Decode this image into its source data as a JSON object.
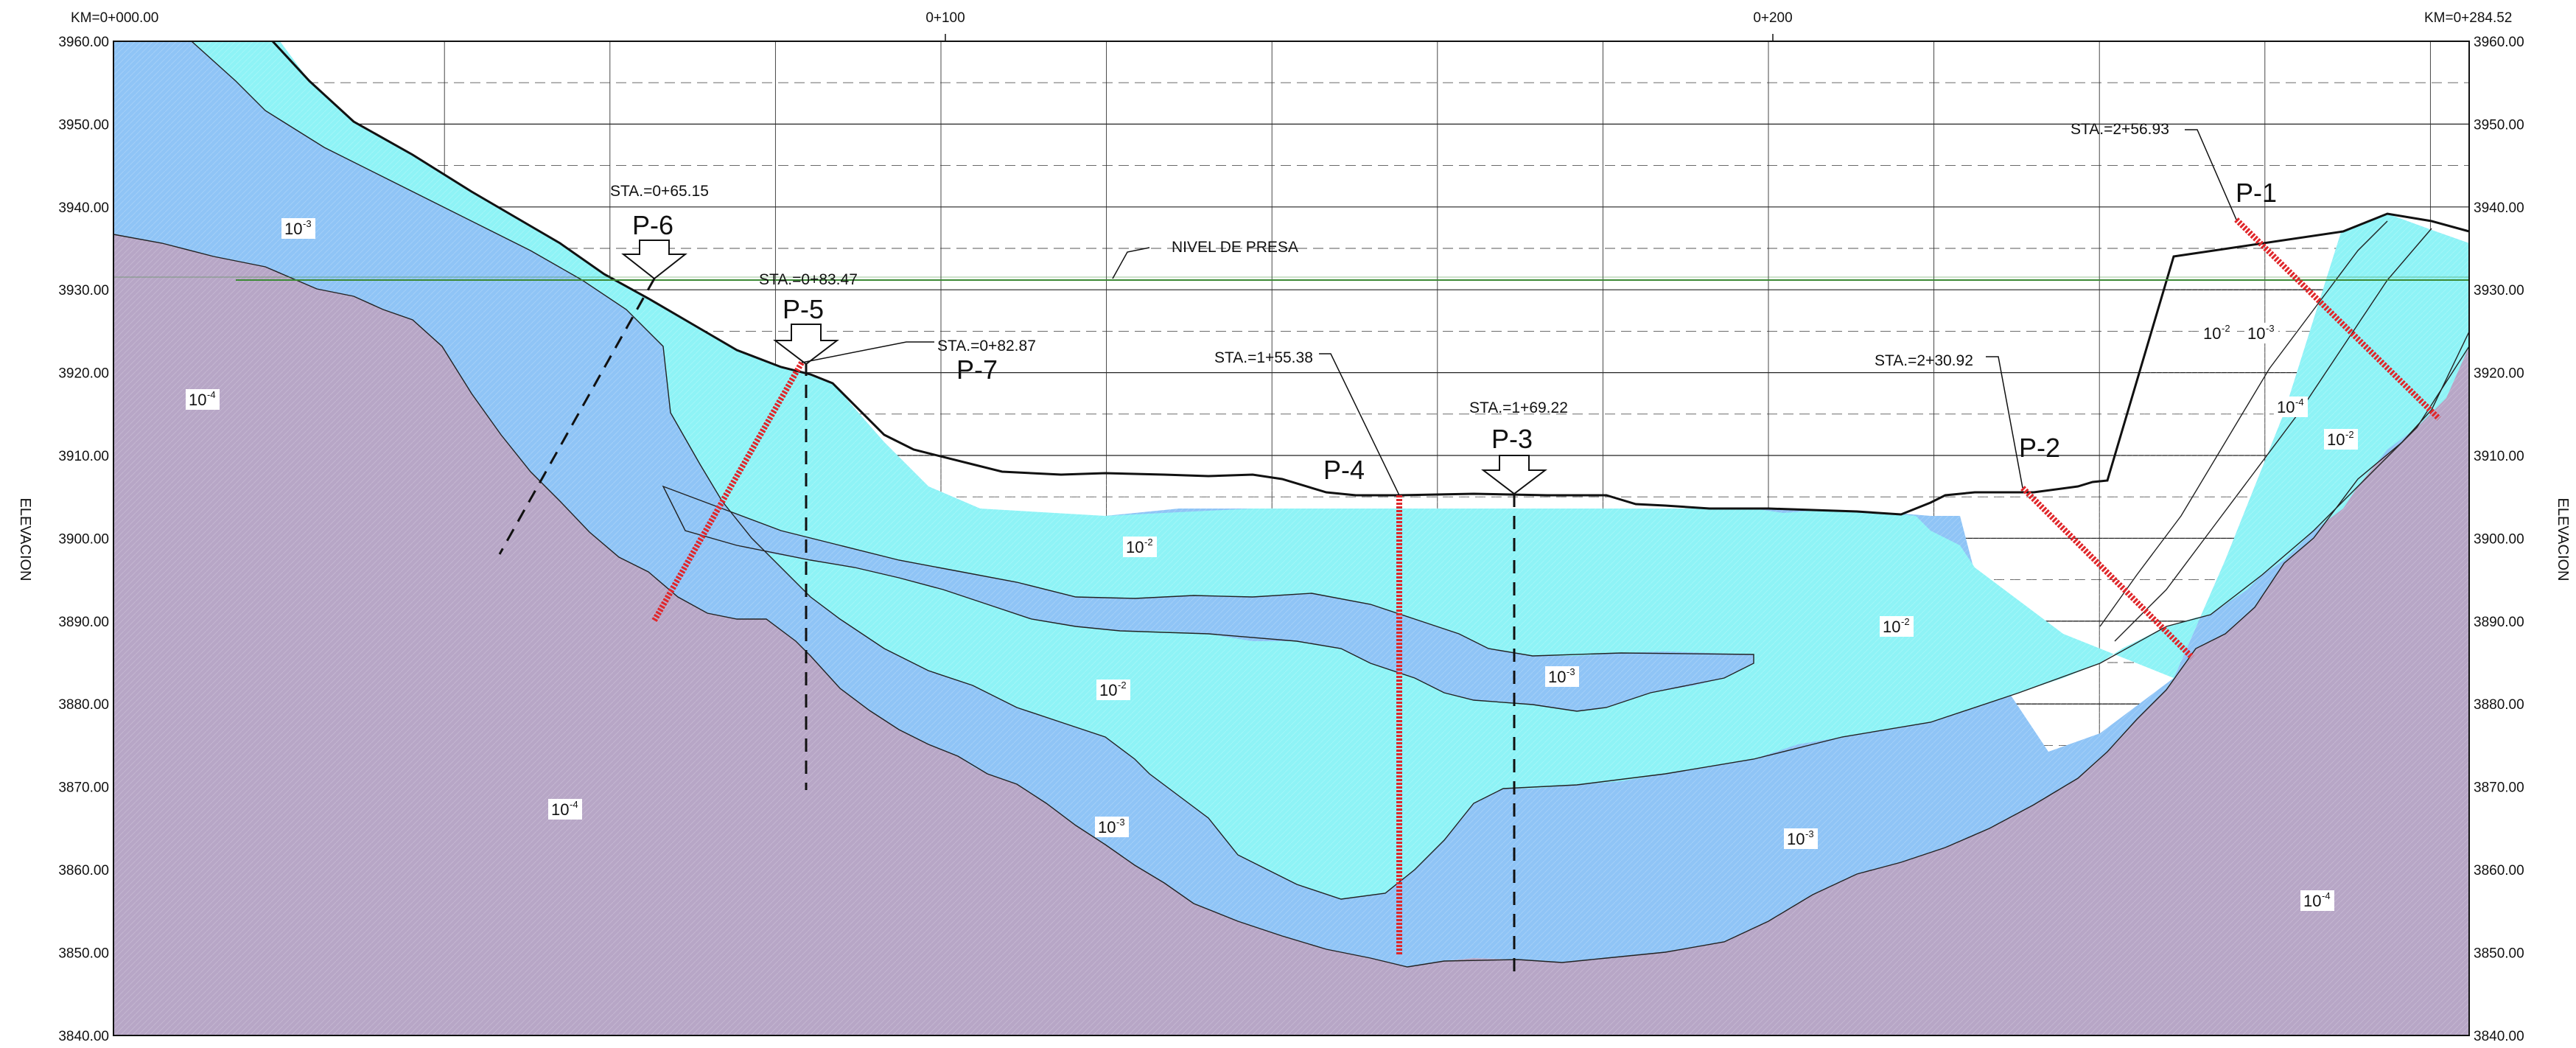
{
  "header": {
    "km_start": "KM=0+000.00",
    "km_end": "KM=0+284.52",
    "mid_stations": [
      "0+100",
      "0+200"
    ]
  },
  "axis": {
    "left_title": "ELEVACION",
    "right_title": "ELEVACION",
    "elevations": [
      "3960.00",
      "3950.00",
      "3940.00",
      "3930.00",
      "3920.00",
      "3910.00",
      "3900.00",
      "3890.00",
      "3880.00",
      "3870.00",
      "3860.00",
      "3850.00",
      "3840.00"
    ]
  },
  "reference_line": {
    "label": "NIVEL DE PRESA",
    "elevation": 3931
  },
  "boreholes": [
    {
      "name": "P-6",
      "station": "STA.=0+65.15"
    },
    {
      "name": "P-5",
      "station": "STA.=0+83.47"
    },
    {
      "name": "P-7",
      "station": "STA.=0+82.87"
    },
    {
      "name": "P-4",
      "station": "STA.=1+55.38"
    },
    {
      "name": "P-3",
      "station": "STA.=1+69.22"
    },
    {
      "name": "P-2",
      "station": "STA.=2+30.92"
    },
    {
      "name": "P-1",
      "station": "STA.=2+56.93"
    }
  ],
  "permeability_labels": [
    {
      "base": "10",
      "exp": "-3"
    },
    {
      "base": "10",
      "exp": "-4"
    },
    {
      "base": "10",
      "exp": "-4"
    },
    {
      "base": "10",
      "exp": "-2"
    },
    {
      "base": "10",
      "exp": "-2"
    },
    {
      "base": "10",
      "exp": "-3"
    },
    {
      "base": "10",
      "exp": "-3"
    },
    {
      "base": "10",
      "exp": "-3"
    },
    {
      "base": "10",
      "exp": "-2"
    },
    {
      "base": "10",
      "exp": "-2"
    },
    {
      "base": "10",
      "exp": "-3"
    },
    {
      "base": "10",
      "exp": "-4"
    },
    {
      "base": "10",
      "exp": "-2"
    },
    {
      "base": "10",
      "exp": "-4"
    }
  ],
  "colors": {
    "rock_1e4": "#b7a6c6",
    "layer_1e3": "#8fc4f6",
    "layer_1e2": "#8ef3f6",
    "boring_executed": "#e0262a",
    "boring_projected": "#111111",
    "dam_level": "#3c8a35"
  }
}
